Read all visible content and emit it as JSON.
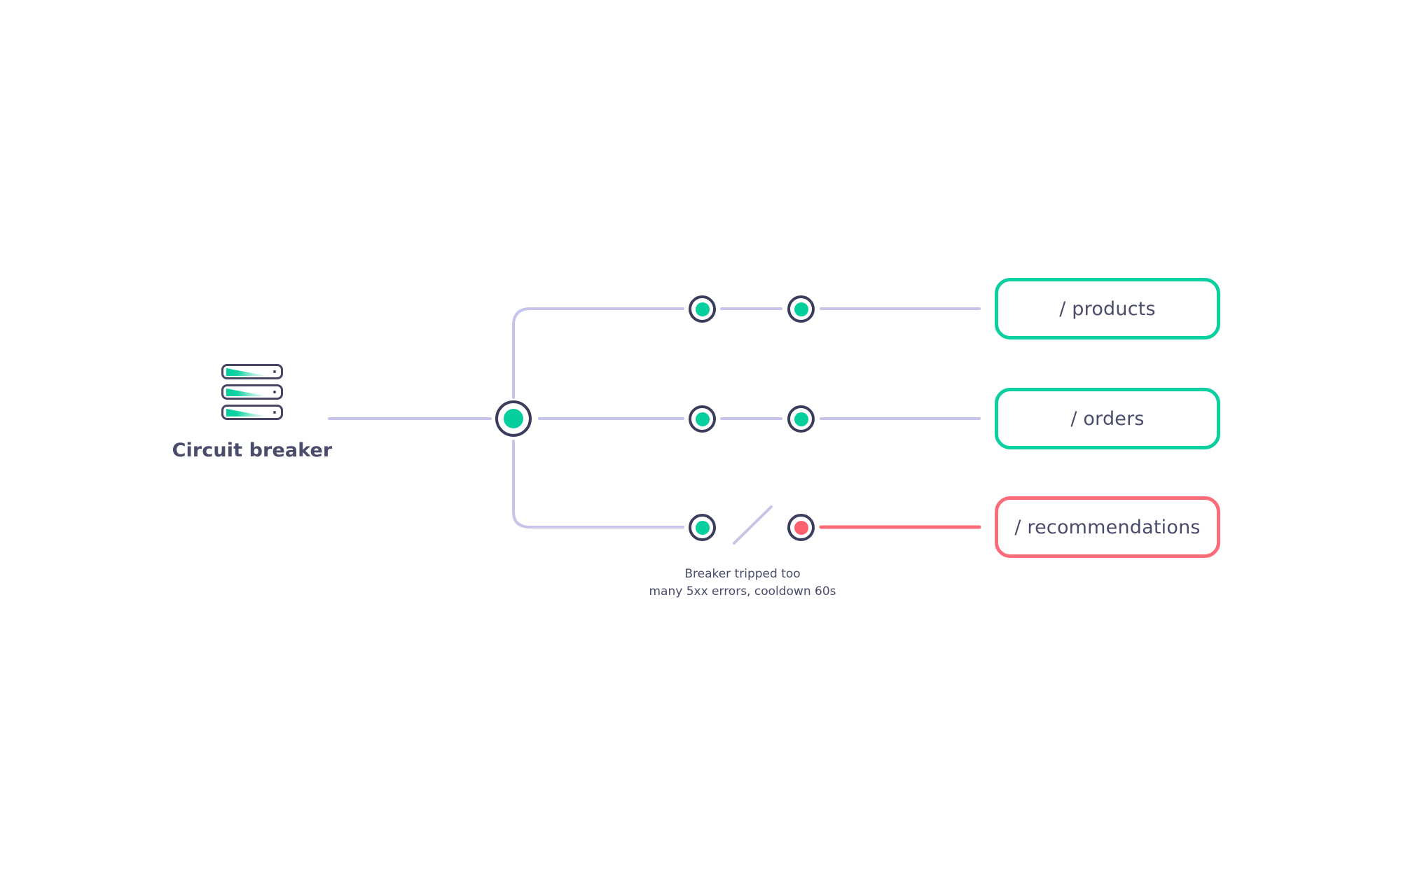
{
  "diagram": {
    "title": "Circuit breaker",
    "source": {
      "label": "Circuit breaker",
      "icon": "server-stack-icon",
      "slots": 3
    },
    "hub": {
      "name": "router-hub-node",
      "state": "healthy"
    },
    "branches": [
      {
        "id": "products",
        "endpoint_label": "/ products",
        "state": "healthy",
        "status_color": "#0ccfa0",
        "nodes": [
          {
            "state": "healthy"
          },
          {
            "state": "healthy"
          }
        ],
        "link_color": "#c6c4e9",
        "broken_link": false
      },
      {
        "id": "orders",
        "endpoint_label": "/ orders",
        "state": "healthy",
        "status_color": "#0ccfa0",
        "nodes": [
          {
            "state": "healthy"
          },
          {
            "state": "healthy"
          }
        ],
        "link_color": "#c6c4e9",
        "broken_link": false
      },
      {
        "id": "recommendations",
        "endpoint_label": "/ recommendations",
        "state": "failed",
        "status_color": "#fb6b78",
        "nodes": [
          {
            "state": "healthy"
          },
          {
            "state": "failed"
          }
        ],
        "link_color": "#fb6b78",
        "broken_link": true
      }
    ],
    "annotation": {
      "line1": "Breaker tripped too",
      "line2": "many 5xx errors, cooldown 60s"
    },
    "colors": {
      "healthy": "#06cf9e",
      "failed": "#fb6070",
      "wire": "#c6c4e9",
      "node_ring": "#3c3c5c",
      "text": "#4b4b6b",
      "background": "#ffffff"
    }
  }
}
